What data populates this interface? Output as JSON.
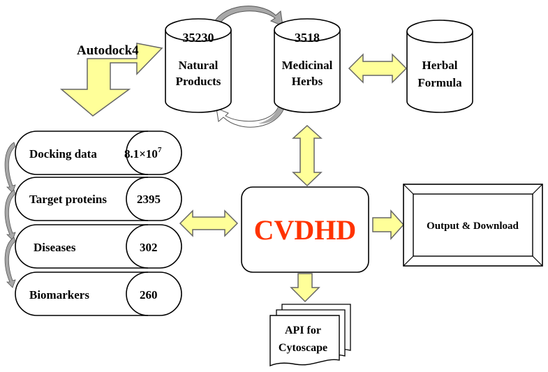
{
  "colors": {
    "arrow_fill": "#ffff99",
    "arrow_stroke": "#666666",
    "title_color": "#ff3300",
    "cycle_arrow_fill": "#a8a8a8"
  },
  "autodock": {
    "label": "Autodock4"
  },
  "databases": [
    {
      "count": "35230",
      "line1": "Natural",
      "line2": "Products"
    },
    {
      "count": "3518",
      "line1": "Medicinal",
      "line2": "Herbs"
    },
    {
      "count": "",
      "line1": "Herbal",
      "line2": "Formula"
    }
  ],
  "records": [
    {
      "label": "Docking data",
      "count": "8.1×10",
      "count_sup": "7"
    },
    {
      "label": "Target proteins",
      "count": "2395",
      "count_sup": ""
    },
    {
      "label": "Diseases",
      "count": "302",
      "count_sup": ""
    },
    {
      "label": "Biomarkers",
      "count": "260",
      "count_sup": ""
    }
  ],
  "center": {
    "title": "CVDHD"
  },
  "output": {
    "label": "Output & Download"
  },
  "api": {
    "line1": "API for",
    "line2": "Cytoscape"
  }
}
